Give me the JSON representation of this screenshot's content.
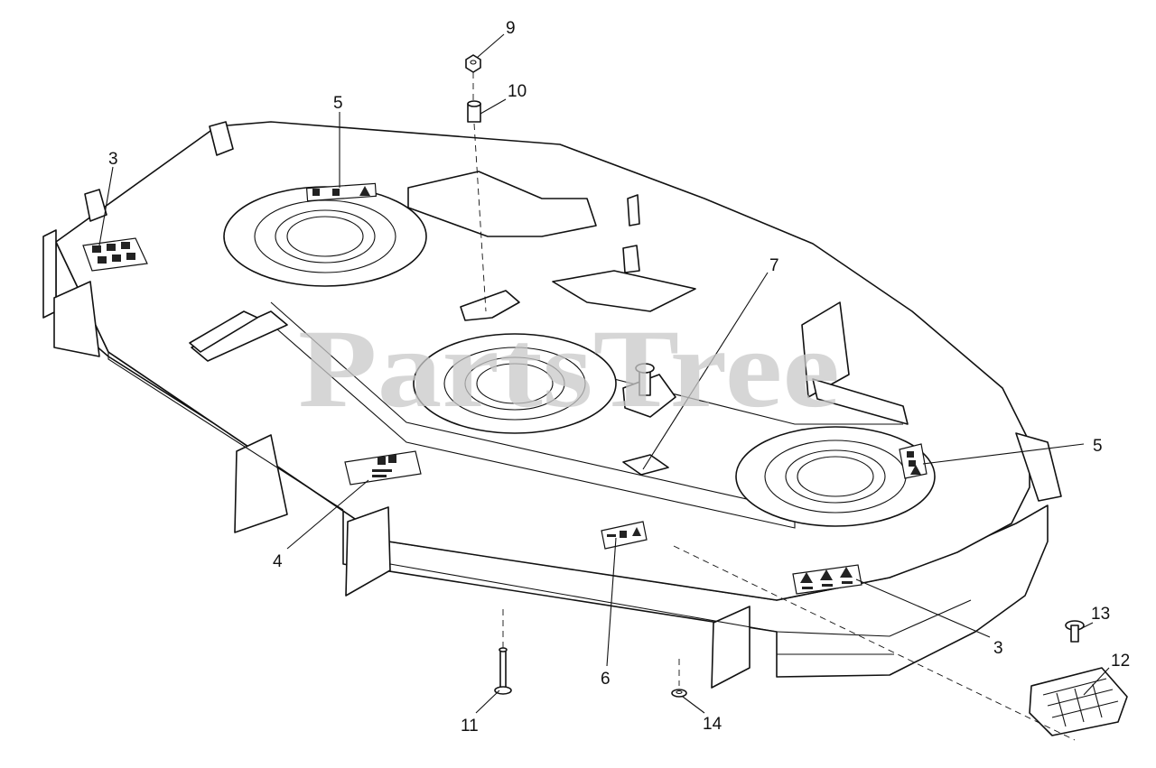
{
  "watermark": "PartsTree",
  "callouts": [
    {
      "id": "c9",
      "label": "9"
    },
    {
      "id": "c10",
      "label": "10"
    },
    {
      "id": "c5a",
      "label": "5"
    },
    {
      "id": "c3a",
      "label": "3"
    },
    {
      "id": "c7",
      "label": "7"
    },
    {
      "id": "c5b",
      "label": "5"
    },
    {
      "id": "c4",
      "label": "4"
    },
    {
      "id": "c6",
      "label": "6"
    },
    {
      "id": "c3b",
      "label": "3"
    },
    {
      "id": "c13",
      "label": "13"
    },
    {
      "id": "c12",
      "label": "12"
    },
    {
      "id": "c11",
      "label": "11"
    },
    {
      "id": "c14",
      "label": "14"
    }
  ]
}
